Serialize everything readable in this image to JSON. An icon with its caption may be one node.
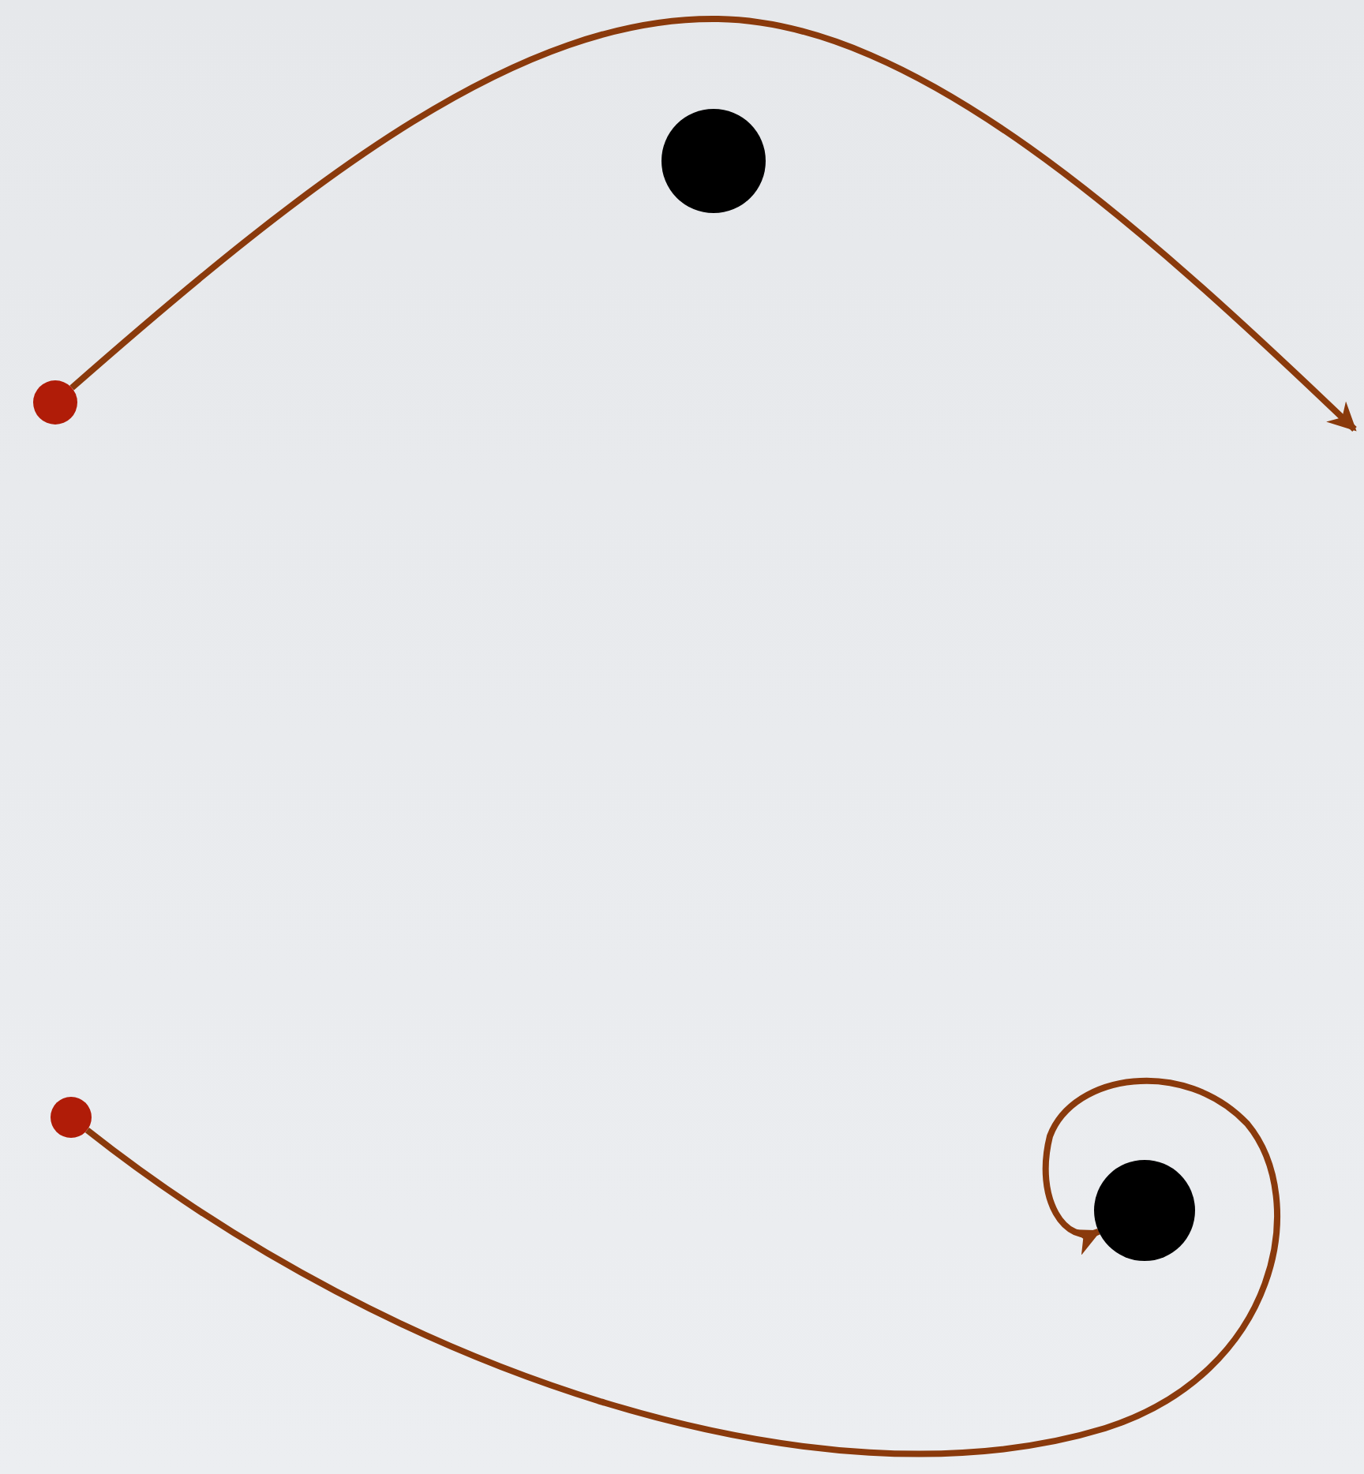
{
  "diagram": {
    "nodes": [
      {
        "text": [],
        "shape": "circle"
      },
      {
        "text": [],
        "shape": "circle"
      },
      {
        "text": [],
        "shape": "circle"
      },
      {
        "text": [],
        "shape": "circle"
      }
    ],
    "edges": [
      {
        "from": 1,
        "to": null,
        "arrow": "to"
      },
      {
        "from": 2,
        "to": 3,
        "arrow": "to"
      }
    ]
  }
}
